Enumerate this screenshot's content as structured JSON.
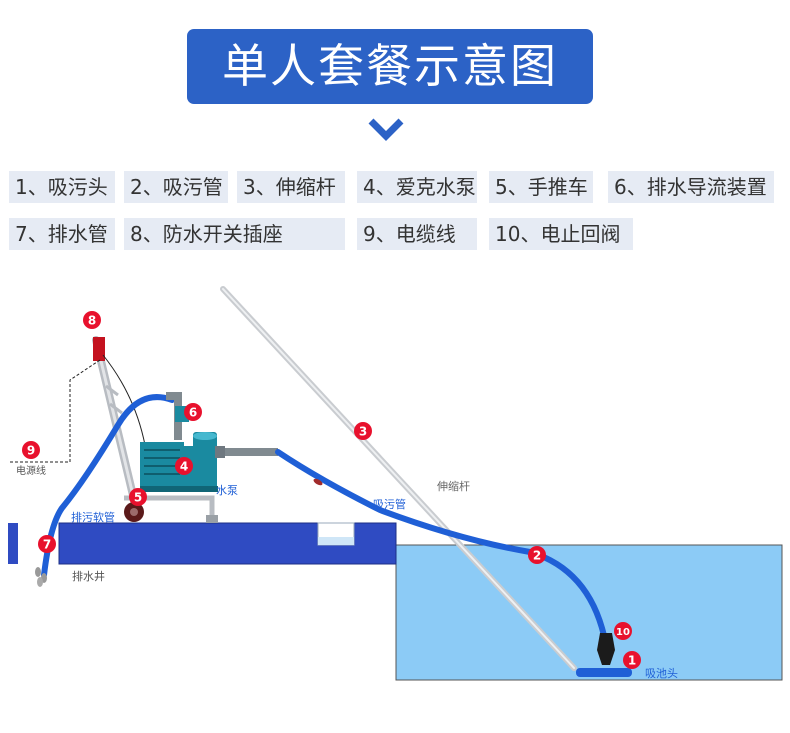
{
  "title": "单人套餐示意图",
  "legend": [
    "1、吸污头",
    "2、吸污管",
    "3、伸缩杆",
    "4、爱克水泵",
    "5、手推车",
    "6、排水导流装置",
    "7、排水管",
    "8、防水开关插座",
    "9、电缆线",
    "10、电止回阀"
  ],
  "markers": [
    "1",
    "2",
    "3",
    "4",
    "5",
    "6",
    "7",
    "8",
    "9",
    "10"
  ],
  "labels": {
    "power_cable": "电源线",
    "drain_well": "排水井",
    "drain_hose": "排污软管",
    "pump": "水泵",
    "suction_hose": "吸污管",
    "telescopic_pole": "伸缩杆",
    "pool_head": "吸池头"
  },
  "colors": {
    "title_bg": "#2c62c6",
    "legend_bg": "#e6ebf4",
    "marker_red": "#e8112d",
    "hose_blue": "#1f5fd6",
    "pool_water": "#8ccbf6",
    "ground": "#2f4bc2",
    "pump_teal": "#1a8aa0"
  }
}
